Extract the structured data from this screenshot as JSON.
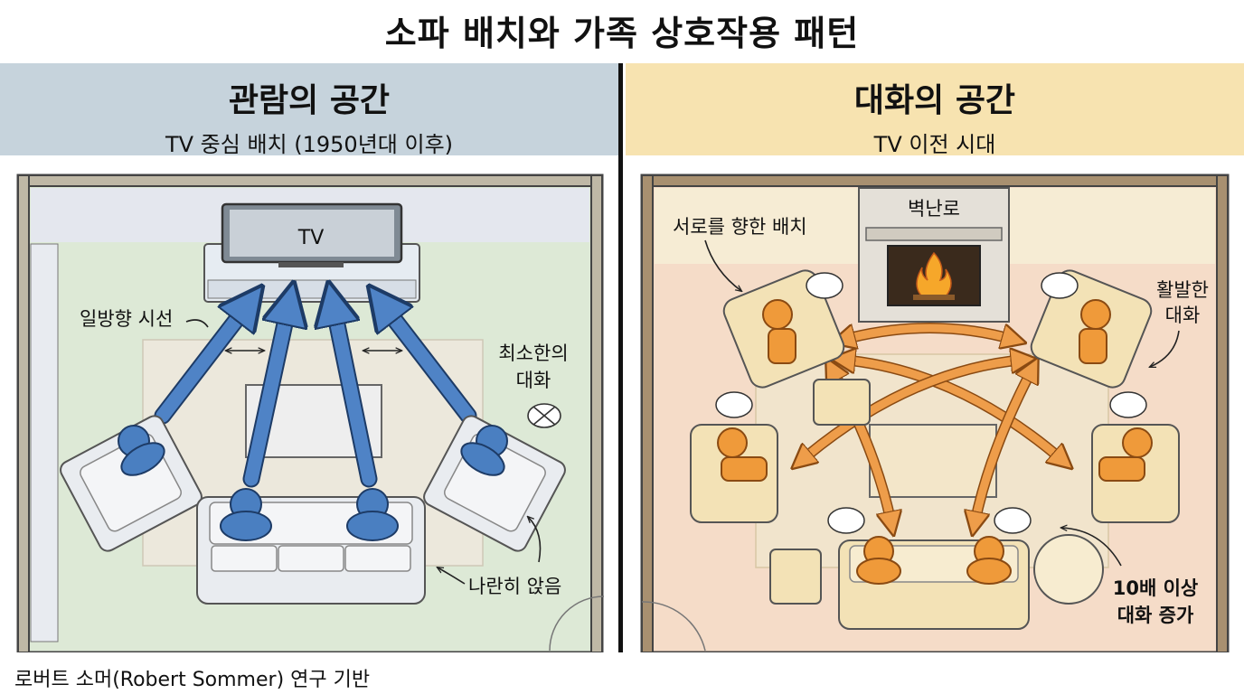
{
  "title": "소파 배치와 가족 상호작용 패턴",
  "left": {
    "title": "관람의 공간",
    "subtitle": "TV 중심 배치 (1950년대 이후)",
    "tv_label": "TV",
    "label_gaze": "일방향 시선",
    "label_minimal_line1": "최소한의",
    "label_minimal_line2": "대화",
    "label_side_by_side": "나란히 앉음"
  },
  "right": {
    "title": "대화의 공간",
    "subtitle": "TV 이전 시대",
    "fireplace_label": "벽난로",
    "label_facing": "서로를 향한 배치",
    "label_active_line1": "활발한",
    "label_active_line2": "대화",
    "label_increase_line1": "10배 이상",
    "label_increase_line2": "대화 증가"
  },
  "footer": "로버트 소머(Robert Sommer) 연구 기반",
  "colors": {
    "left_header": "#c6d3dc",
    "right_header": "#f7e3b0",
    "left_floor": "#dde9d6",
    "right_floor": "#f5dcc8",
    "blue_person": "#4a7fc1",
    "blue_arrow": "#4f83c6",
    "orange_person": "#ef9a3a",
    "orange_arrow": "#ee9d4a",
    "fire": "#f6a72a"
  }
}
